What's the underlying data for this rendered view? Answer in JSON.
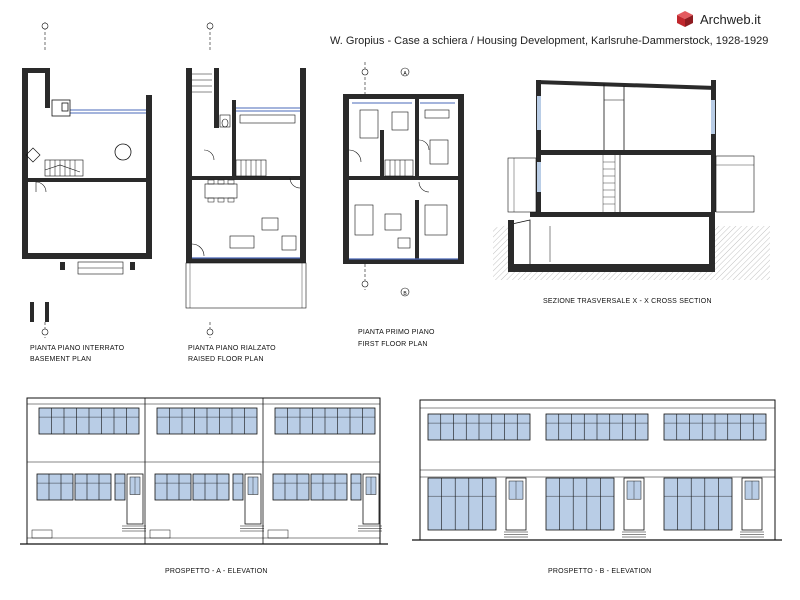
{
  "brand": {
    "name": "Archweb.it",
    "accent": "#c0272d"
  },
  "title": "W. Gropius - Case a schiera / Housing Development, Karlsruhe-Dammerstock, 1928-1929",
  "captions": {
    "basement_it": "PIANTA  PIANO INTERRATO",
    "basement_en": "BASEMENT PLAN",
    "raised_it": "PIANTA  PIANO RIALZATO",
    "raised_en": "RAISED FLOOR PLAN",
    "first_it": "PIANTA  PRIMO PIANO",
    "first_en": "FIRST FLOOR PLAN",
    "section": "SEZIONE TRASVERSALE   X - X  CROSS SECTION",
    "elev_a": "PROSPETTO  - A -  ELEVATION",
    "elev_b": "PROSPETTO  - B -  ELEVATION"
  },
  "markers": {
    "a": "A",
    "b": "B"
  },
  "colors": {
    "line": "#111111",
    "wall": "#2a2a2a",
    "glass": "#b9cde6",
    "window_line": "#4a68b8",
    "hatch": "#888888"
  }
}
